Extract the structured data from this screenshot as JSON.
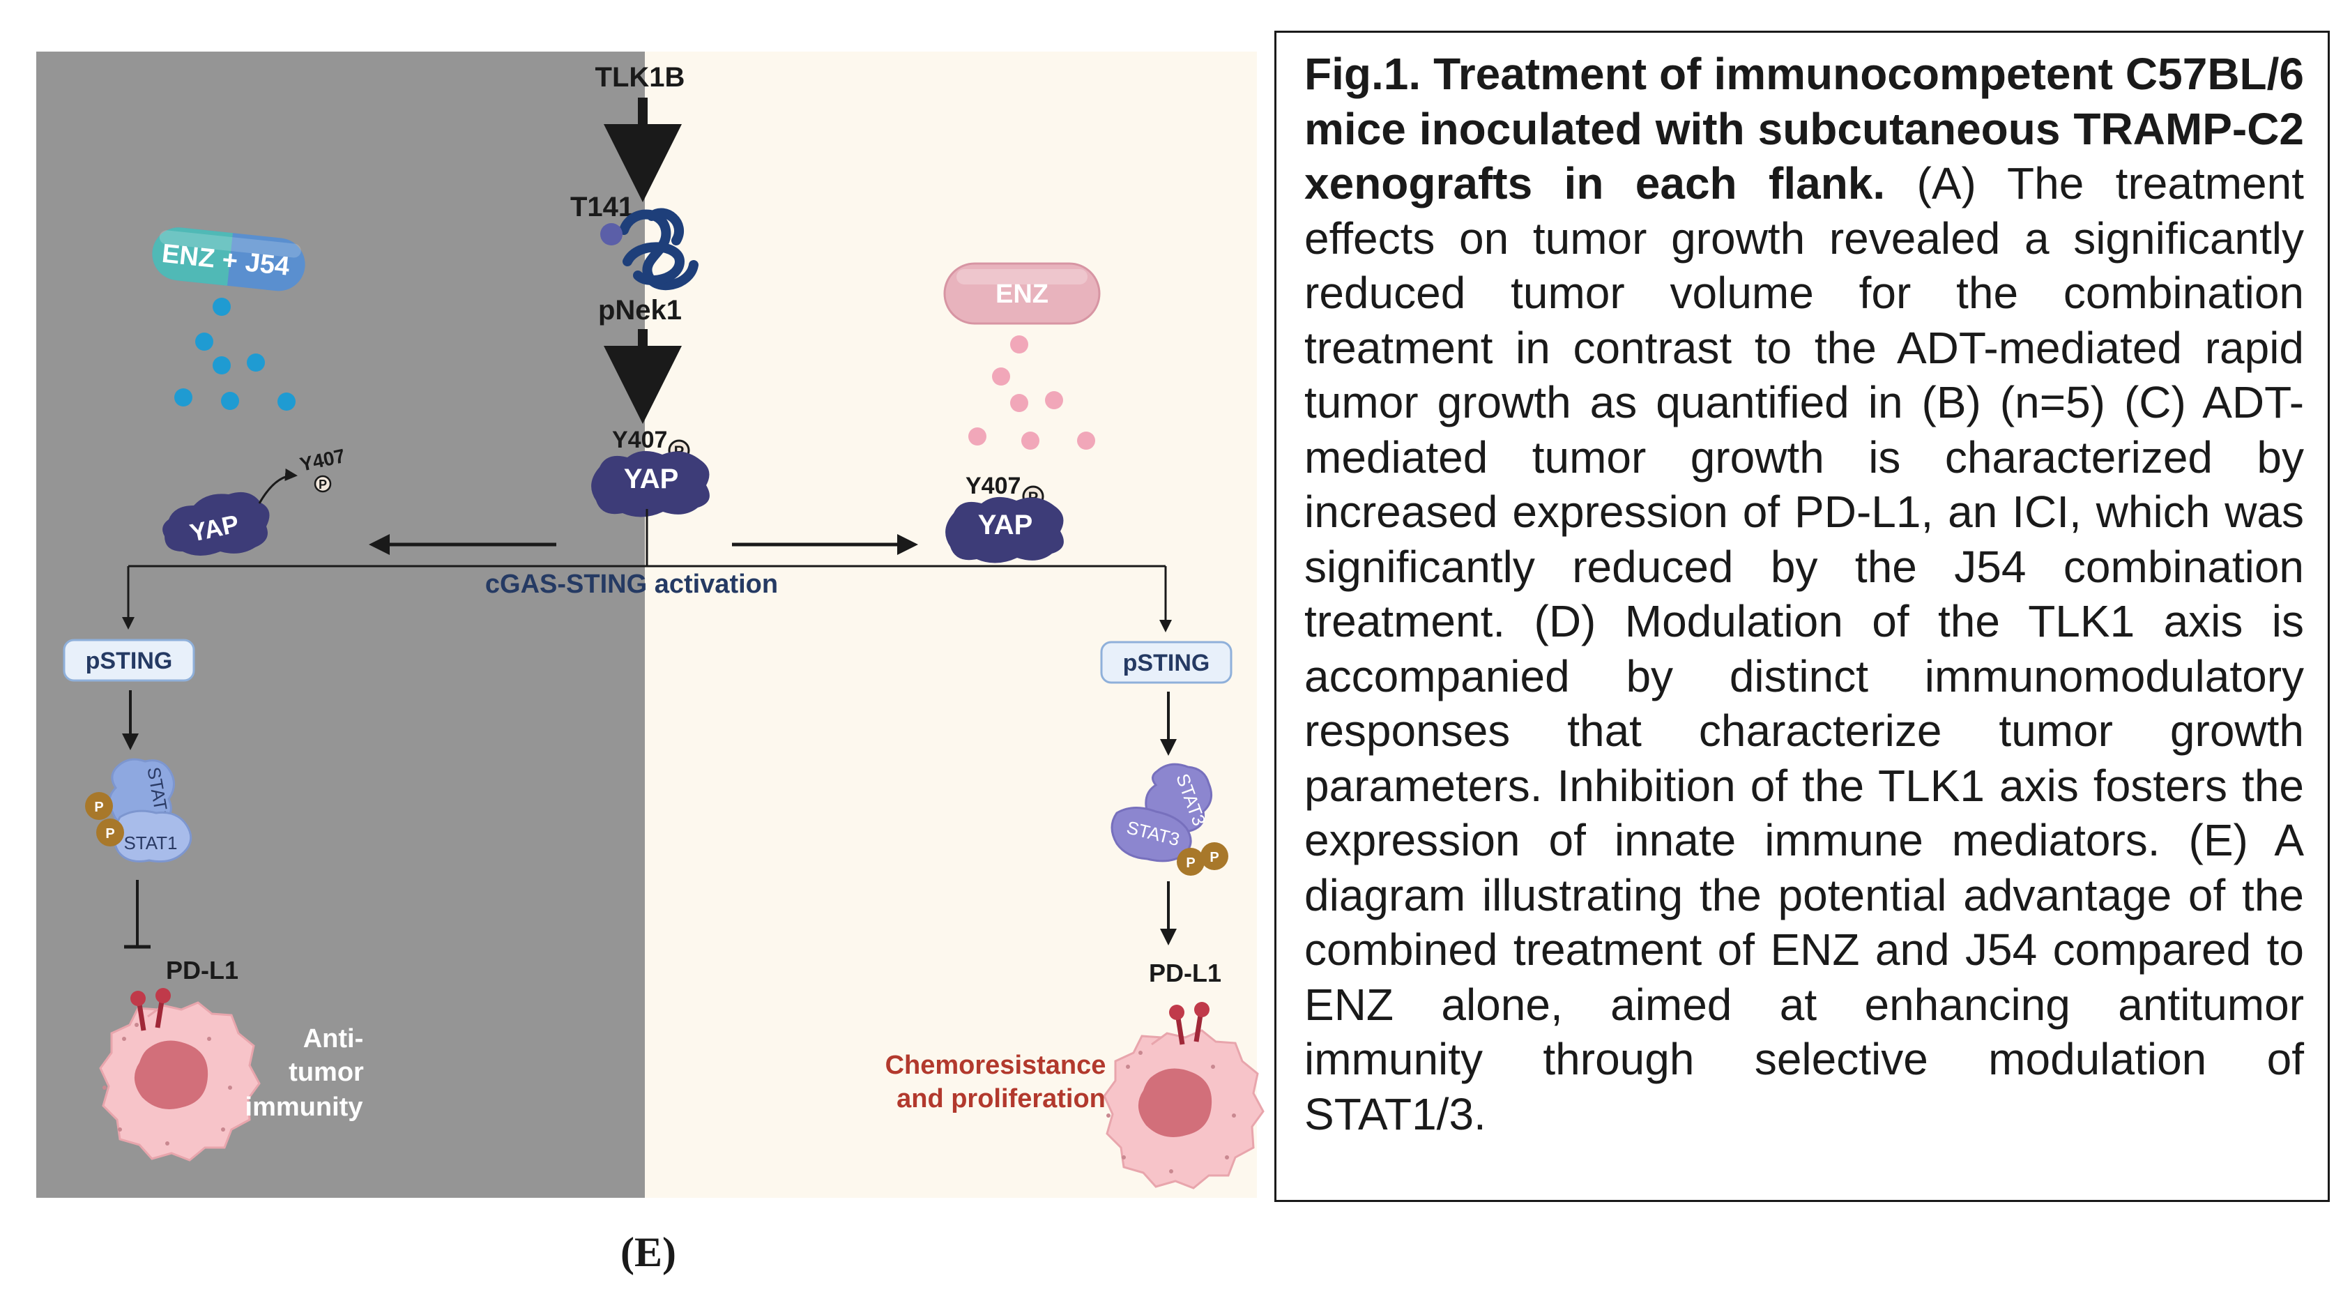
{
  "diagram": {
    "top_input": "TLK1B",
    "phospho_site_nek": "T141",
    "nek_label": "pNek1",
    "yap_site": "Y407",
    "phospho_mark": "P",
    "yap_label": "YAP",
    "center_label": "cGAS-STING activation",
    "left_drug": {
      "left": "ENZ",
      "plus": "+",
      "right": "J54"
    },
    "right_drug": "ENZ",
    "pSTING": "pSTING",
    "stat1": "STAT1",
    "stat3": "STAT3",
    "pdl1": "PD-L1",
    "left_outcome": [
      "Anti-",
      "tumor",
      "immunity"
    ],
    "right_outcome": [
      "Chemoresistance",
      "and proliferation"
    ],
    "panel_label": "(E)",
    "colors": {
      "left_panel_bg": "#959595",
      "right_panel_bg": "#fdf8ee",
      "yap_purple": "#3d3c78",
      "drug_dots_blue": "#1f9bd2",
      "drug_dots_pink": "#f1a7b9",
      "cell_pink": "#f7c4c9",
      "nucleus": "#d26f7a",
      "stat_blue": "#8ea8e0",
      "phospho_gold": "#a8782a",
      "outcome_red": "#b2392d",
      "label_navy": "#253a63"
    }
  },
  "caption": {
    "bold": "Fig.1. Treatment of immunocompetent C57BL/6 mice inoculated with subcutaneous TRAMP-C2 xenografts in each flank.",
    "body": "(A) The treatment effects on tumor growth revealed a significantly reduced tumor volume for the combination treatment in contrast to the ADT-mediated rapid tumor growth as quantified in (B) (n=5) (C) ADT-mediated tumor growth is characterized by increased expression of PD-L1, an ICI, which was significantly reduced by the J54 combination treatment. (D) Modulation of the TLK1 axis is accompanied by distinct immunomodulatory responses that characterize tumor growth parameters. Inhibition of the TLK1 axis fosters the expression of innate immune mediators. (E) A diagram illustrating the potential advantage of the combined treatment of ENZ and J54 compared to ENZ alone, aimed at enhancing antitumor immunity through selective modulation of STAT1/3."
  }
}
